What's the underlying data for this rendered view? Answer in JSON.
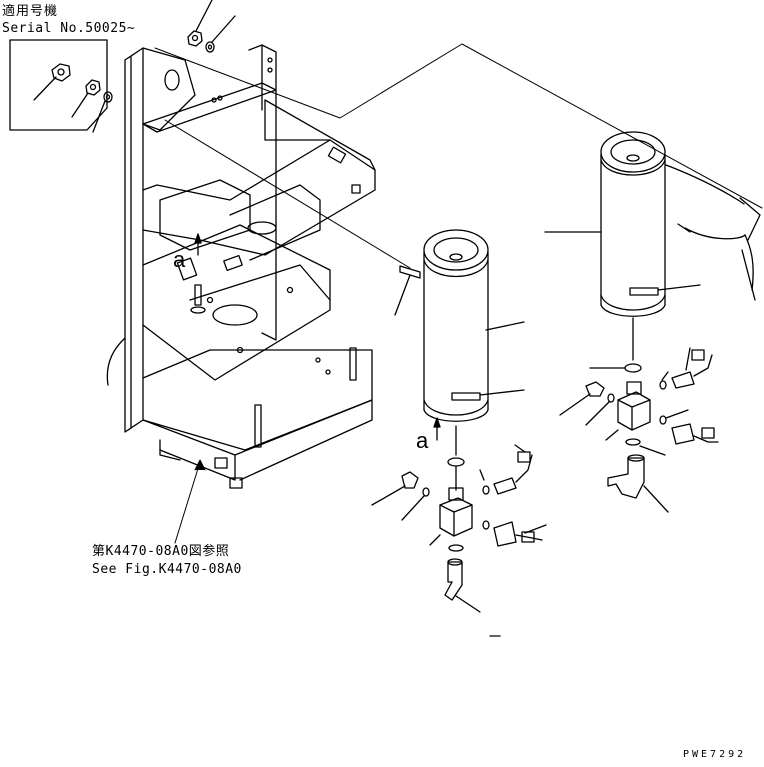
{
  "header": {
    "applicable_label": "適用号機",
    "serial_label": "Serial No.50025~"
  },
  "reference": {
    "jp": "第K4470-08A0図参照",
    "en": "See Fig.K4470-08A0"
  },
  "view_marker_1": "a",
  "view_marker_2": "a",
  "drawing_code": "PWE7292",
  "line_color": "#000000",
  "background_color": "#ffffff"
}
